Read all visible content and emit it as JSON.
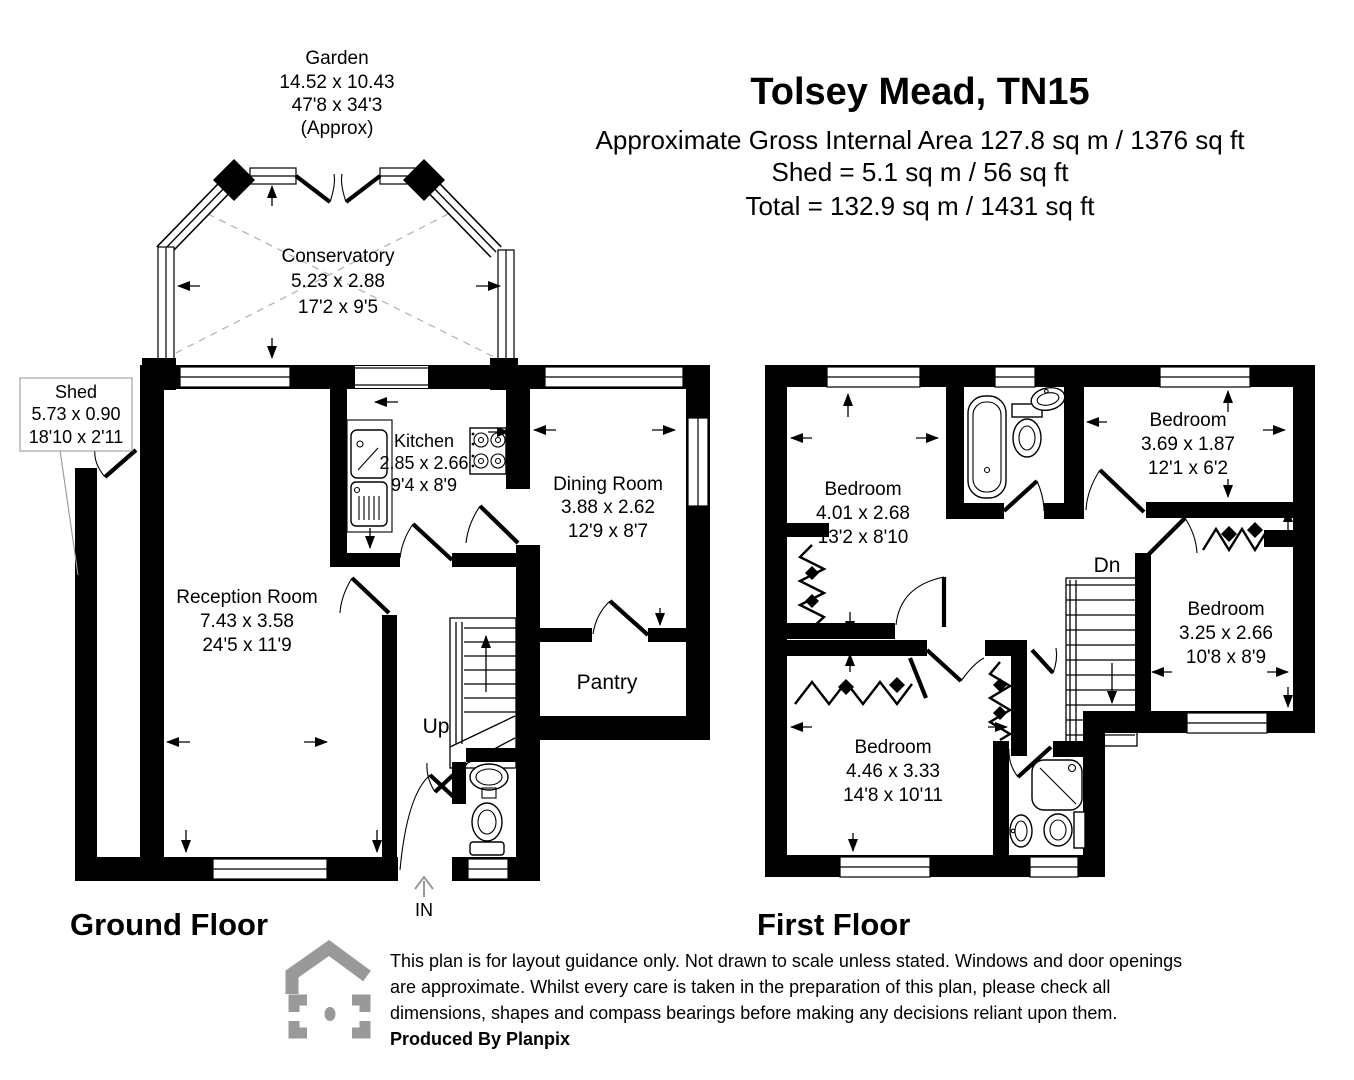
{
  "header": {
    "title": "Tolsey Mead, TN15",
    "line1": "Approximate Gross Internal Area 127.8 sq m / 1376 sq ft",
    "line2": "Shed = 5.1 sq m / 56 sq ft",
    "line3": "Total =  132.9 sq m / 1431 sq ft"
  },
  "garden": {
    "name": "Garden",
    "metric": "14.52 x 10.43",
    "imperial": "47'8 x 34'3",
    "approx": "(Approx)"
  },
  "rooms": {
    "conservatory": {
      "name": "Conservatory",
      "metric": "5.23 x 2.88",
      "imperial": "17'2 x 9'5"
    },
    "shed": {
      "name": "Shed",
      "metric": "5.73 x 0.90",
      "imperial": "18'10 x 2'11"
    },
    "kitchen": {
      "name": "Kitchen",
      "metric": "2.85 x 2.66",
      "imperial": "9'4 x 8'9"
    },
    "dining_room": {
      "name": "Dining Room",
      "metric": "3.88 x 2.62",
      "imperial": "12'9 x 8'7"
    },
    "reception_room": {
      "name": "Reception Room",
      "metric": "7.43 x 3.58",
      "imperial": "24'5 x 11'9"
    },
    "pantry": {
      "name": "Pantry"
    },
    "bedroom_1": {
      "name": "Bedroom",
      "metric": "4.01 x 2.68",
      "imperial": "13'2 x 8'10"
    },
    "bedroom_2": {
      "name": "Bedroom",
      "metric": "3.69 x 1.87",
      "imperial": "12'1 x 6'2"
    },
    "bedroom_3": {
      "name": "Bedroom",
      "metric": "3.25 x 2.66",
      "imperial": "10'8 x 8'9"
    },
    "bedroom_4": {
      "name": "Bedroom",
      "metric": "4.46 x 3.33",
      "imperial": "14'8 x 10'11"
    }
  },
  "ground": {
    "label": "Ground Floor",
    "stairs": "Up",
    "entrance": "IN"
  },
  "first": {
    "label": "First Floor",
    "stairs": "Dn"
  },
  "footer": {
    "line1": "This plan is for layout guidance only. Not drawn to scale unless stated. Windows and door openings",
    "line2": "are approximate. Whilst every care is taken in the preparation of this plan, please check all",
    "line3": "dimensions, shapes and compass bearings before making any decisions reliant upon them.",
    "produced_by": "Produced By Planpix"
  },
  "colors": {
    "wall": "#000000",
    "dashed_guide": "#b5b5b5",
    "logo_gray": "#999999",
    "background": "#ffffff"
  }
}
